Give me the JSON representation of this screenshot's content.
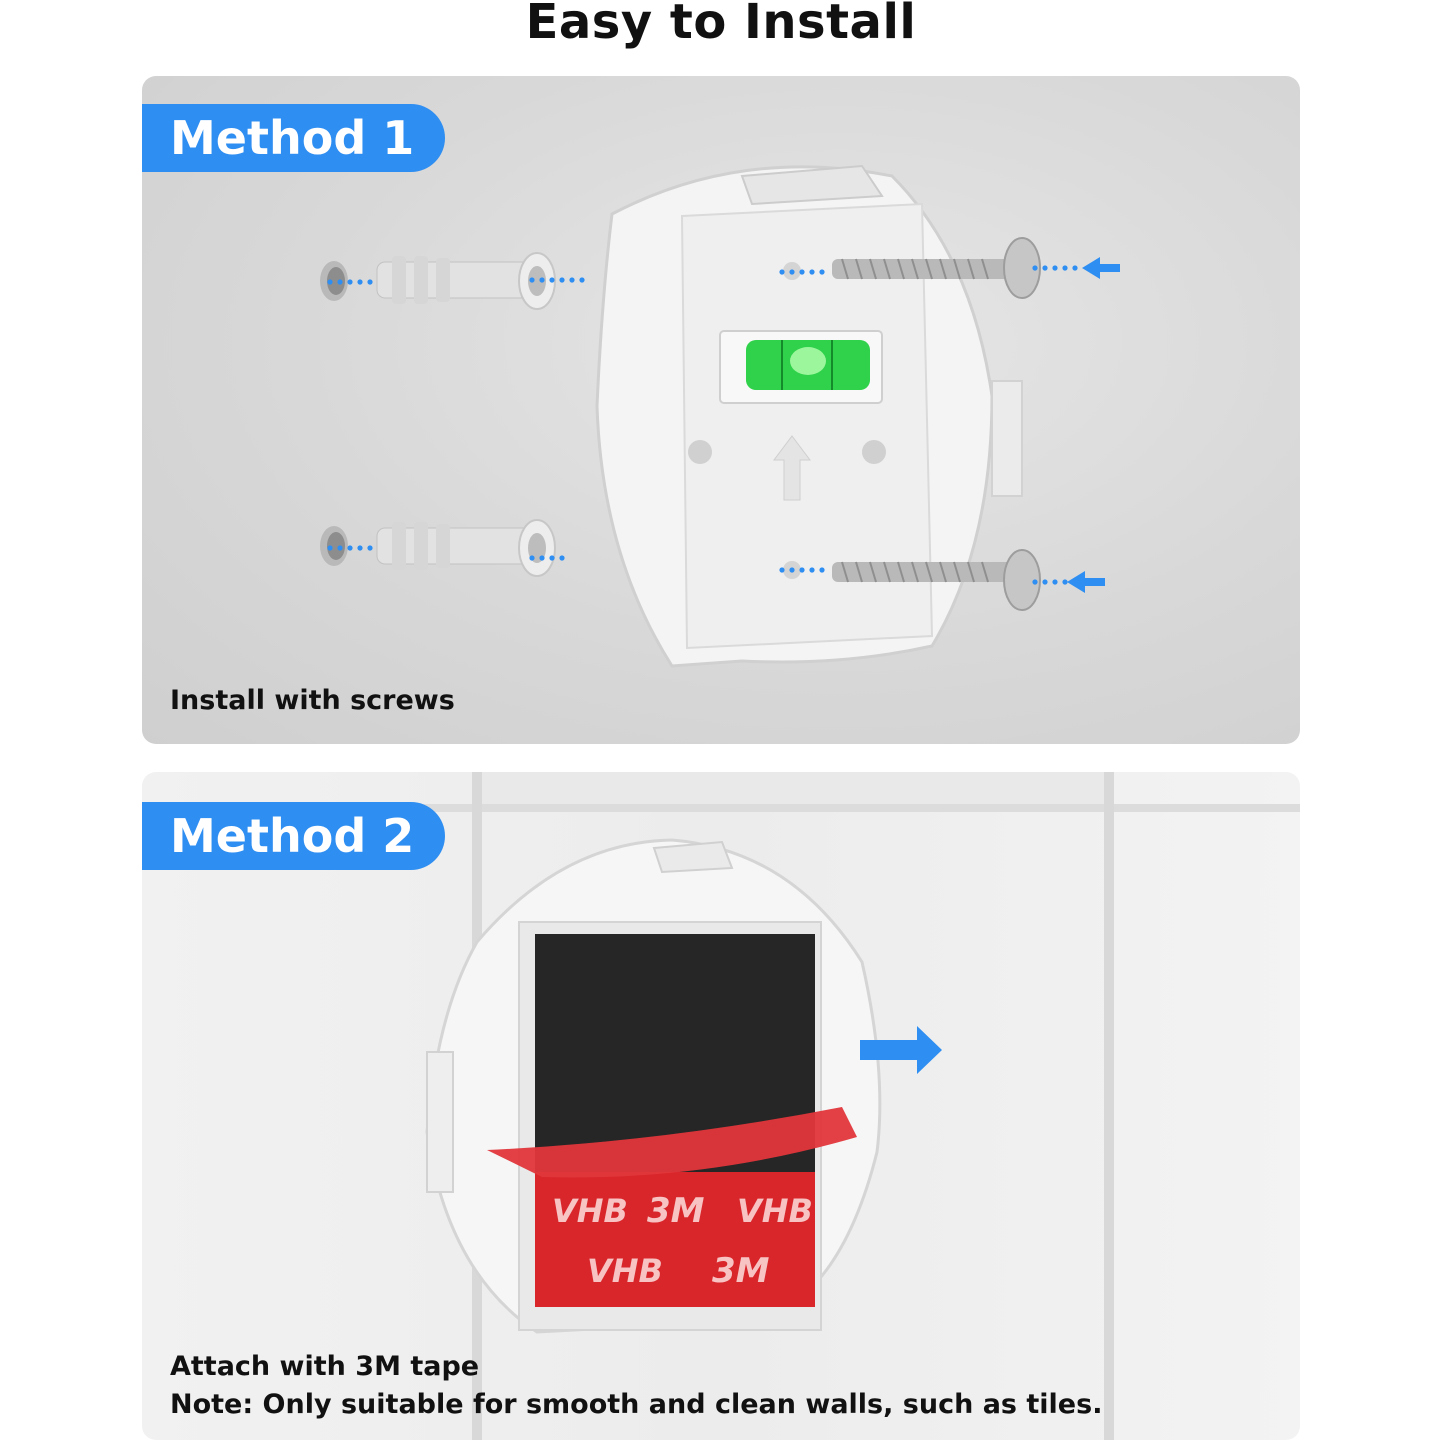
{
  "header": {
    "title": "Easy to Install"
  },
  "method1": {
    "label": "Method 1",
    "caption": "Install with screws"
  },
  "method2": {
    "label": "Method 2",
    "caption_line1": "Attach with 3M tape",
    "caption_line2": "Note: Only suitable for smooth and clean walls, such as tiles.",
    "tape_brand_a": "VHB",
    "tape_brand_b": "3M"
  },
  "colors": {
    "accent_blue": "#2f8ef1",
    "bubble_green": "#2fd24a",
    "tape_red": "#d8262b",
    "pad_black": "#262626"
  }
}
